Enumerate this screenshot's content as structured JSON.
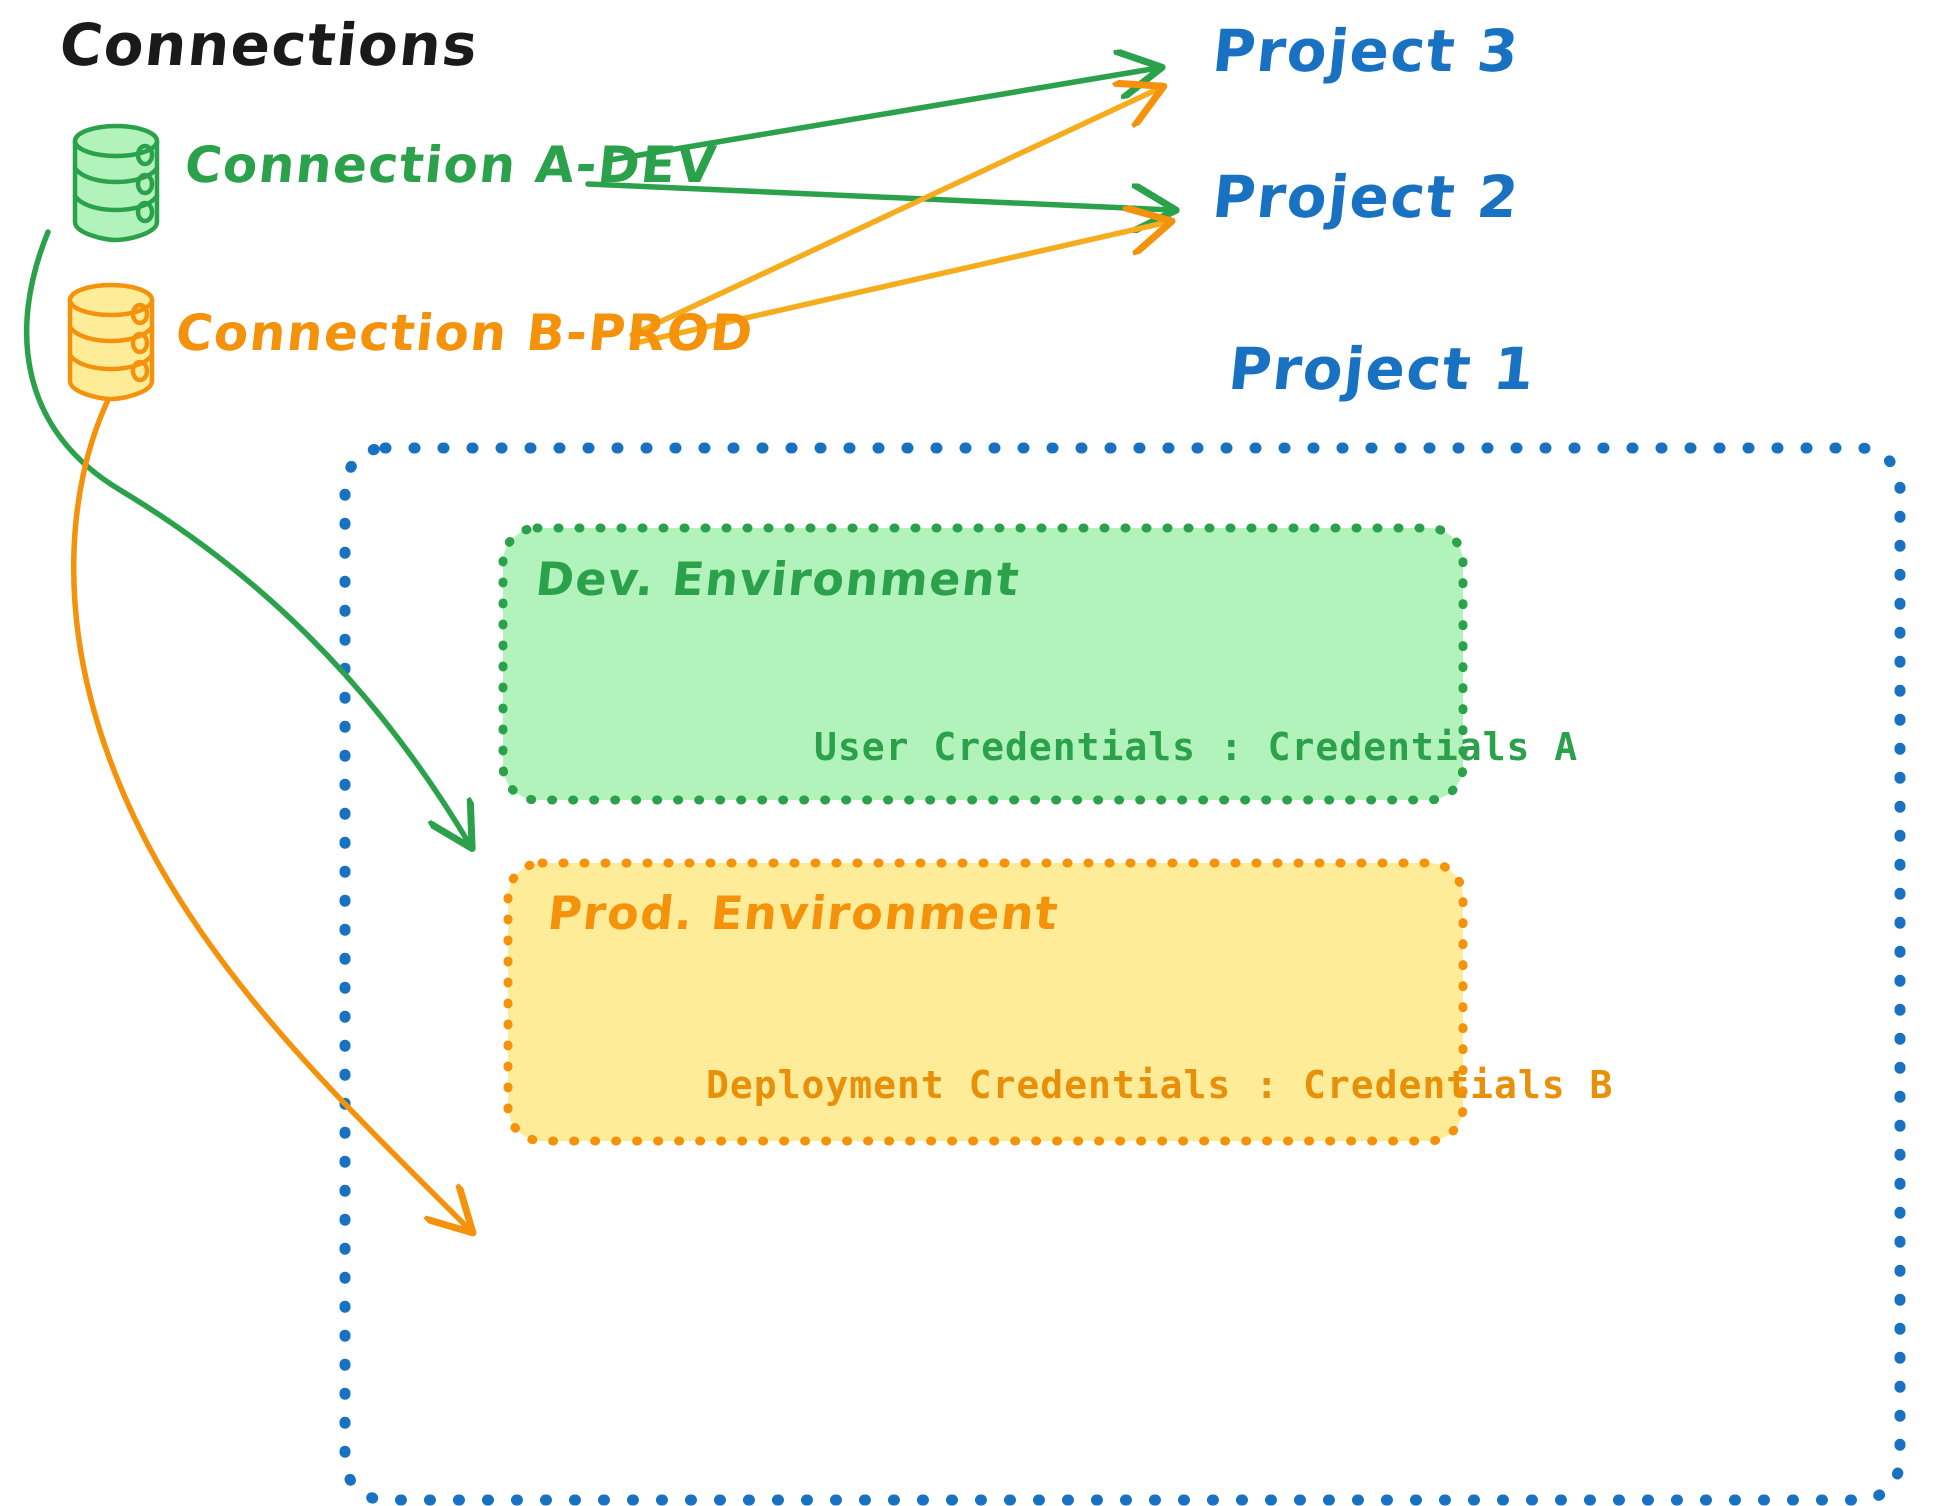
{
  "page": {
    "title": "Connections",
    "background": "#ffffff"
  },
  "colors": {
    "green": "#2aa14a",
    "green_fill": "#b2f2bb",
    "orange": "#f5920b",
    "orange_fill": "#ffec99",
    "blue": "#1971c2",
    "black": "#1a1a1a"
  },
  "connections": [
    {
      "id": "connection-a-dev",
      "label": "Connection A-DEV",
      "color": "#2aa14a",
      "icon": "database-icon",
      "targets": [
        "Project 3",
        "Project 2",
        "Dev. Environment"
      ]
    },
    {
      "id": "connection-b-prod",
      "label": "Connection B-PROD",
      "color": "#f5920b",
      "icon": "database-icon",
      "targets": [
        "Project 3",
        "Project 2",
        "Prod. Environment"
      ]
    }
  ],
  "projects": [
    {
      "id": "project-3",
      "label": "Project 3"
    },
    {
      "id": "project-2",
      "label": "Project 2"
    },
    {
      "id": "project-1",
      "label": "Project 1"
    }
  ],
  "project_1": {
    "label": "Project 1",
    "border_color": "#1971c2",
    "border_style": "dotted",
    "environments": [
      {
        "id": "dev-environment",
        "title": "Dev. Environment",
        "credentials_label": "User Credentials",
        "credentials_separator": ":",
        "credentials_value": "Credentials A",
        "credentials_text": "User Credentials : Credentials A",
        "border_color": "#2aa14a",
        "fill_color": "#b2f2bb"
      },
      {
        "id": "prod-environment",
        "title": "Prod. Environment",
        "credentials_label": "Deployment Credentials",
        "credentials_separator": ":",
        "credentials_value": "Credentials B",
        "credentials_text": "Deployment Credentials : Credentials B",
        "border_color": "#f5920b",
        "fill_color": "#ffec99"
      }
    ]
  }
}
